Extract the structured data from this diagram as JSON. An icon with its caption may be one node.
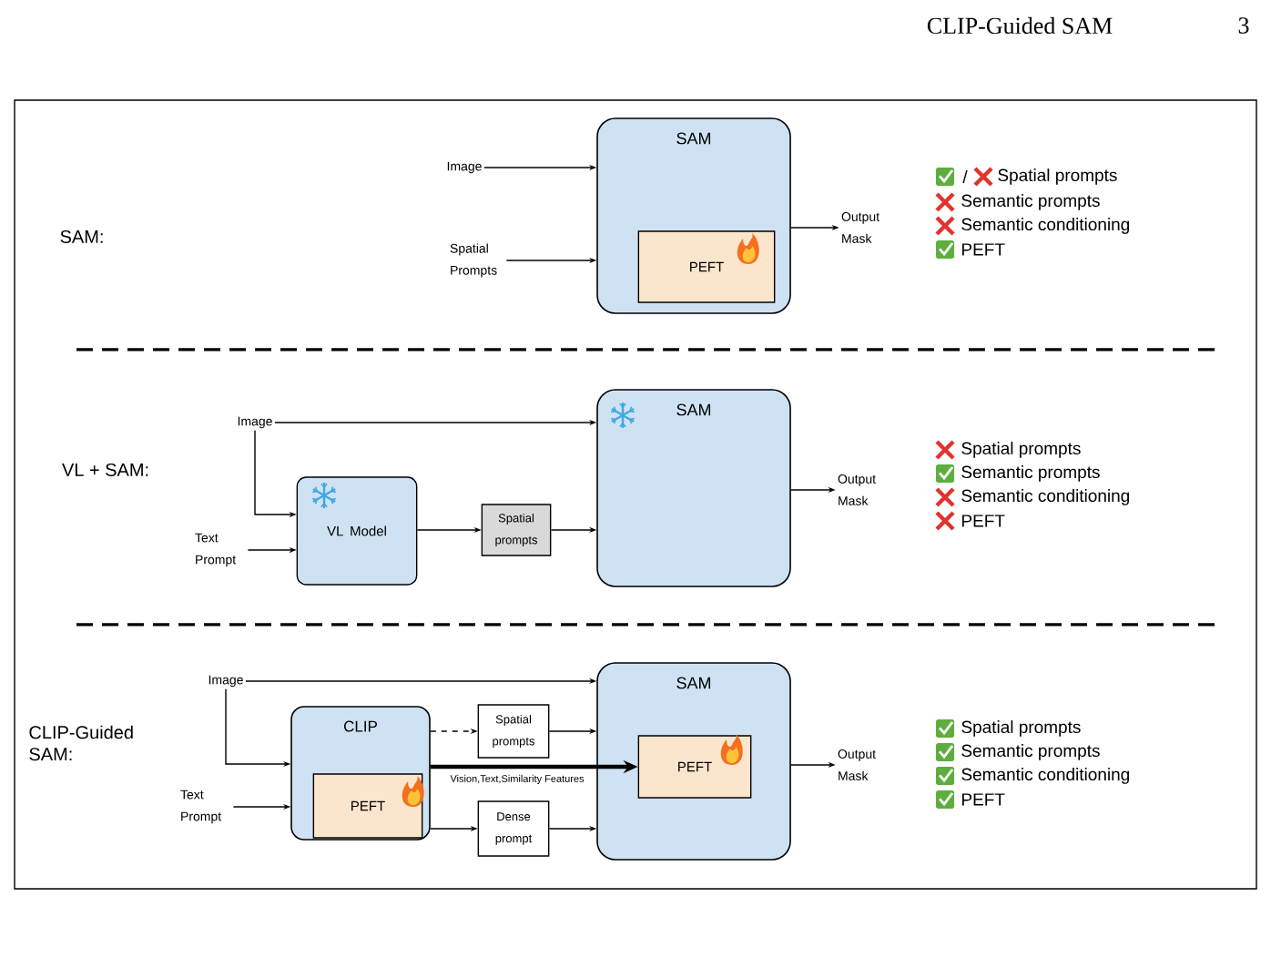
{
  "diagram": {
    "nodes": [
      {
        "text": [
          "Image"
        ]
      },
      {
        "text": [
          "Spatial Prompts"
        ]
      },
      {
        "text": [
          "SAM"
        ]
      },
      {
        "text": [
          "PEFT"
        ],
        "in": 2
      },
      {
        "text": [
          "Output Mask"
        ]
      },
      {
        "text": [
          "Image"
        ]
      },
      {
        "text": [
          "Text Prompt"
        ]
      },
      {
        "text": [
          "VL Model"
        ]
      },
      {
        "text": [
          "Spatial prompts"
        ]
      },
      {
        "text": [
          "SAM"
        ]
      },
      {
        "text": [
          "Output Mask"
        ]
      },
      {
        "text": [
          "Image"
        ]
      },
      {
        "text": [
          "Text Prompt"
        ]
      },
      {
        "text": [
          "CLIP"
        ]
      },
      {
        "text": [
          "PEFT"
        ],
        "in": 13
      },
      {
        "text": [
          "Spatial prompts"
        ]
      },
      {
        "text": [
          "Dense prompt"
        ]
      },
      {
        "text": [
          "SAM"
        ]
      },
      {
        "text": [
          "PEFT"
        ],
        "in": 17
      },
      {
        "text": [
          "Output Mask"
        ]
      }
    ],
    "edges": [
      {
        "from": 0,
        "to": 2,
        "arrow": "to"
      },
      {
        "from": 1,
        "to": 2,
        "arrow": "to"
      },
      {
        "from": 2,
        "to": 4,
        "arrow": "to"
      },
      {
        "from": 5,
        "to": 9,
        "arrow": "to"
      },
      {
        "from": 5,
        "to": 7,
        "arrow": "to"
      },
      {
        "from": 6,
        "to": 7,
        "arrow": "to"
      },
      {
        "from": 7,
        "to": 8,
        "arrow": "to"
      },
      {
        "from": 8,
        "to": 9,
        "arrow": "to"
      },
      {
        "from": 9,
        "to": 10,
        "arrow": "to"
      },
      {
        "from": 11,
        "to": 17,
        "arrow": "to"
      },
      {
        "from": 11,
        "to": 13,
        "arrow": "to"
      },
      {
        "from": 12,
        "to": 13,
        "arrow": "to"
      },
      {
        "from": 13,
        "to": 15,
        "arrow": "to",
        "style": "dashed"
      },
      {
        "from": 15,
        "to": 17,
        "arrow": "to"
      },
      {
        "from": 13,
        "to": 18,
        "arrow": "to",
        "style": "thick",
        "label": "Vision,Text,Similarity Features"
      },
      {
        "from": 13,
        "to": 16,
        "arrow": "to"
      },
      {
        "from": 16,
        "to": 17,
        "arrow": "to"
      },
      {
        "from": 17,
        "to": 19,
        "arrow": "to"
      }
    ],
    "labels": [
      "CLIP-Guided SAM",
      "3",
      "SAM:",
      "/",
      "Spatial prompts",
      "Semantic prompts",
      "Semantic conditioning",
      "PEFT",
      "VL + SAM:",
      "Spatial prompts",
      "Semantic prompts",
      "Semantic conditioning",
      "PEFT",
      "CLIP-Guided SAM:",
      "Spatial prompts",
      "Semantic prompts",
      "Semantic conditioning",
      "PEFT"
    ]
  }
}
